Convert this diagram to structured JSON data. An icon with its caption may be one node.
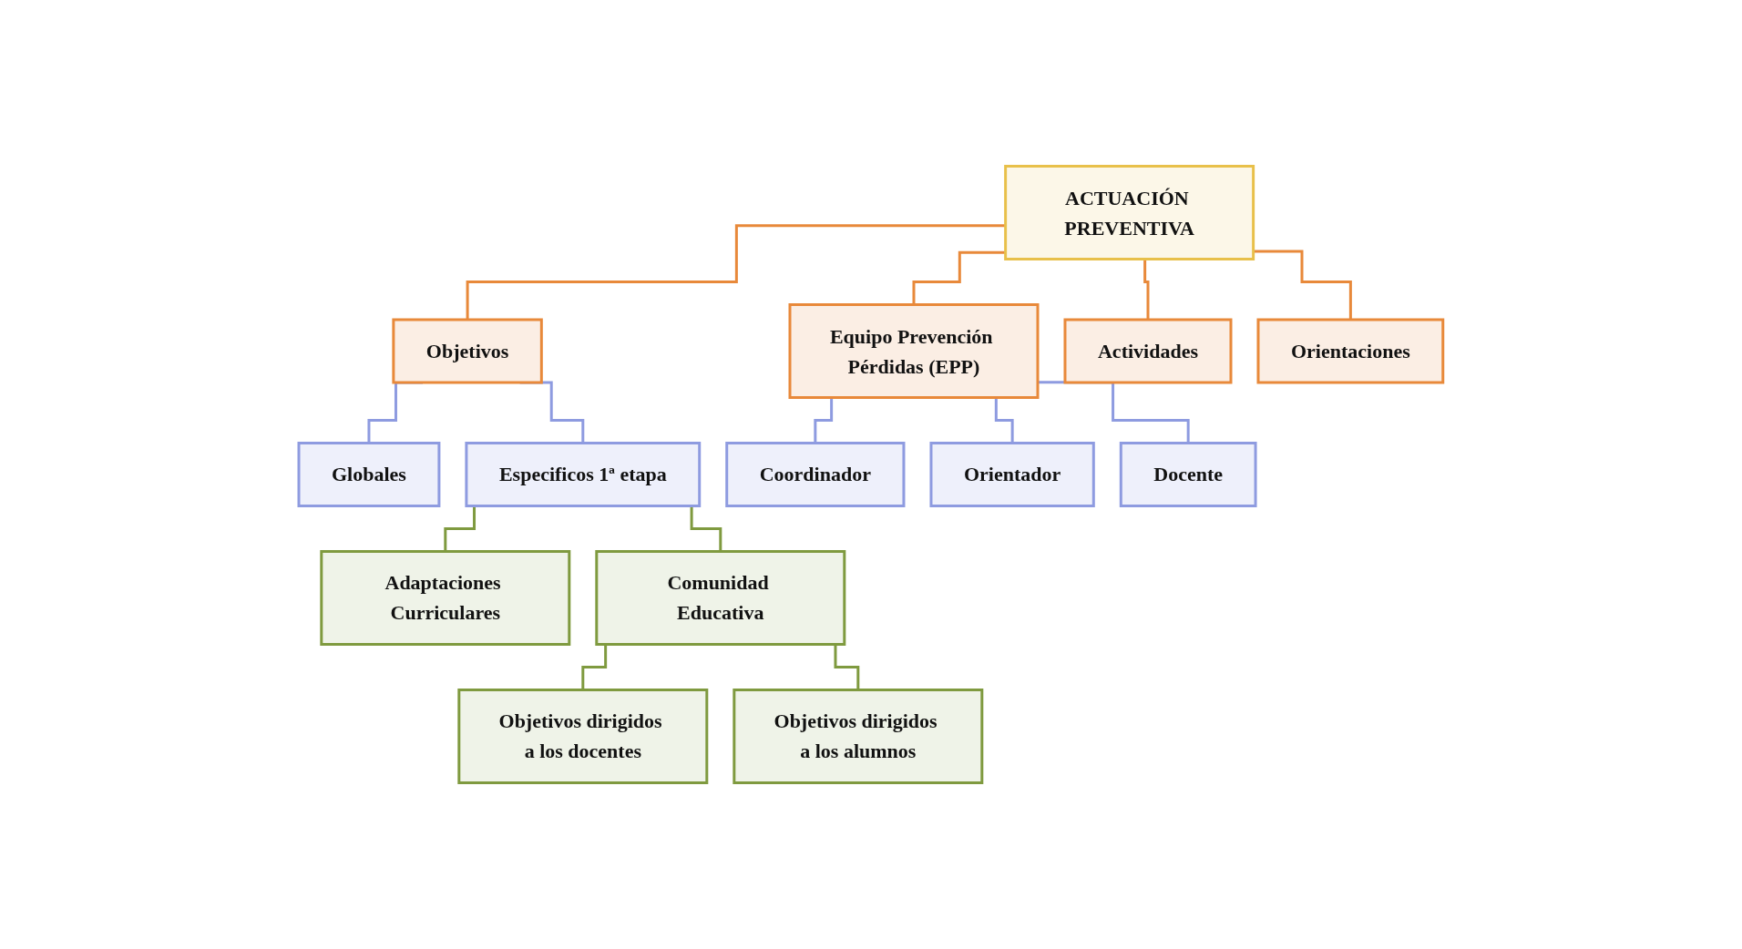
{
  "diagram": {
    "nodes": [
      {
        "text": [
          "ACTUACIÓN PREVENTIVA"
        ]
      },
      {
        "text": [
          "Objetivos"
        ]
      },
      {
        "text": [
          "Equipo Prevención Pérdidas (EPP)"
        ]
      },
      {
        "text": [
          "Actividades"
        ]
      },
      {
        "text": [
          "Orientaciones"
        ]
      },
      {
        "text": [
          "Globales"
        ]
      },
      {
        "text": [
          "Especificos 1ª etapa"
        ]
      },
      {
        "text": [
          "Coordinador"
        ]
      },
      {
        "text": [
          "Orientador"
        ]
      },
      {
        "text": [
          "Docente"
        ]
      },
      {
        "text": [
          "Adaptaciones Curriculares"
        ]
      },
      {
        "text": [
          "Comunidad Educativa"
        ]
      },
      {
        "text": [
          "Objetivos dirigidos a los docentes"
        ]
      },
      {
        "text": [
          "Objetivos dirigidos a los alumnos"
        ]
      }
    ],
    "edges": [
      {
        "from": 0,
        "to": 1,
        "arrow": "none",
        "color": "#e8893a"
      },
      {
        "from": 0,
        "to": 2,
        "arrow": "none",
        "color": "#e8893a"
      },
      {
        "from": 0,
        "to": 3,
        "arrow": "none",
        "color": "#e8893a"
      },
      {
        "from": 0,
        "to": 4,
        "arrow": "none",
        "color": "#e8893a"
      },
      {
        "from": 1,
        "to": 5,
        "arrow": "none"
      },
      {
        "from": 1,
        "to": 6,
        "arrow": "none"
      },
      {
        "from": 2,
        "to": 7,
        "arrow": "none"
      },
      {
        "from": 2,
        "to": 8,
        "arrow": "none"
      },
      {
        "from": 2,
        "to": 9,
        "arrow": "none"
      },
      {
        "from": 6,
        "to": 10,
        "arrow": "none",
        "color": "#7f9a3f"
      },
      {
        "from": 6,
        "to": 11,
        "arrow": "none",
        "color": "#7f9a3f"
      },
      {
        "from": 11,
        "to": 12,
        "arrow": "none",
        "color": "#7f9a3f"
      },
      {
        "from": 11,
        "to": 13,
        "arrow": "none",
        "color": "#7f9a3f"
      }
    ]
  }
}
